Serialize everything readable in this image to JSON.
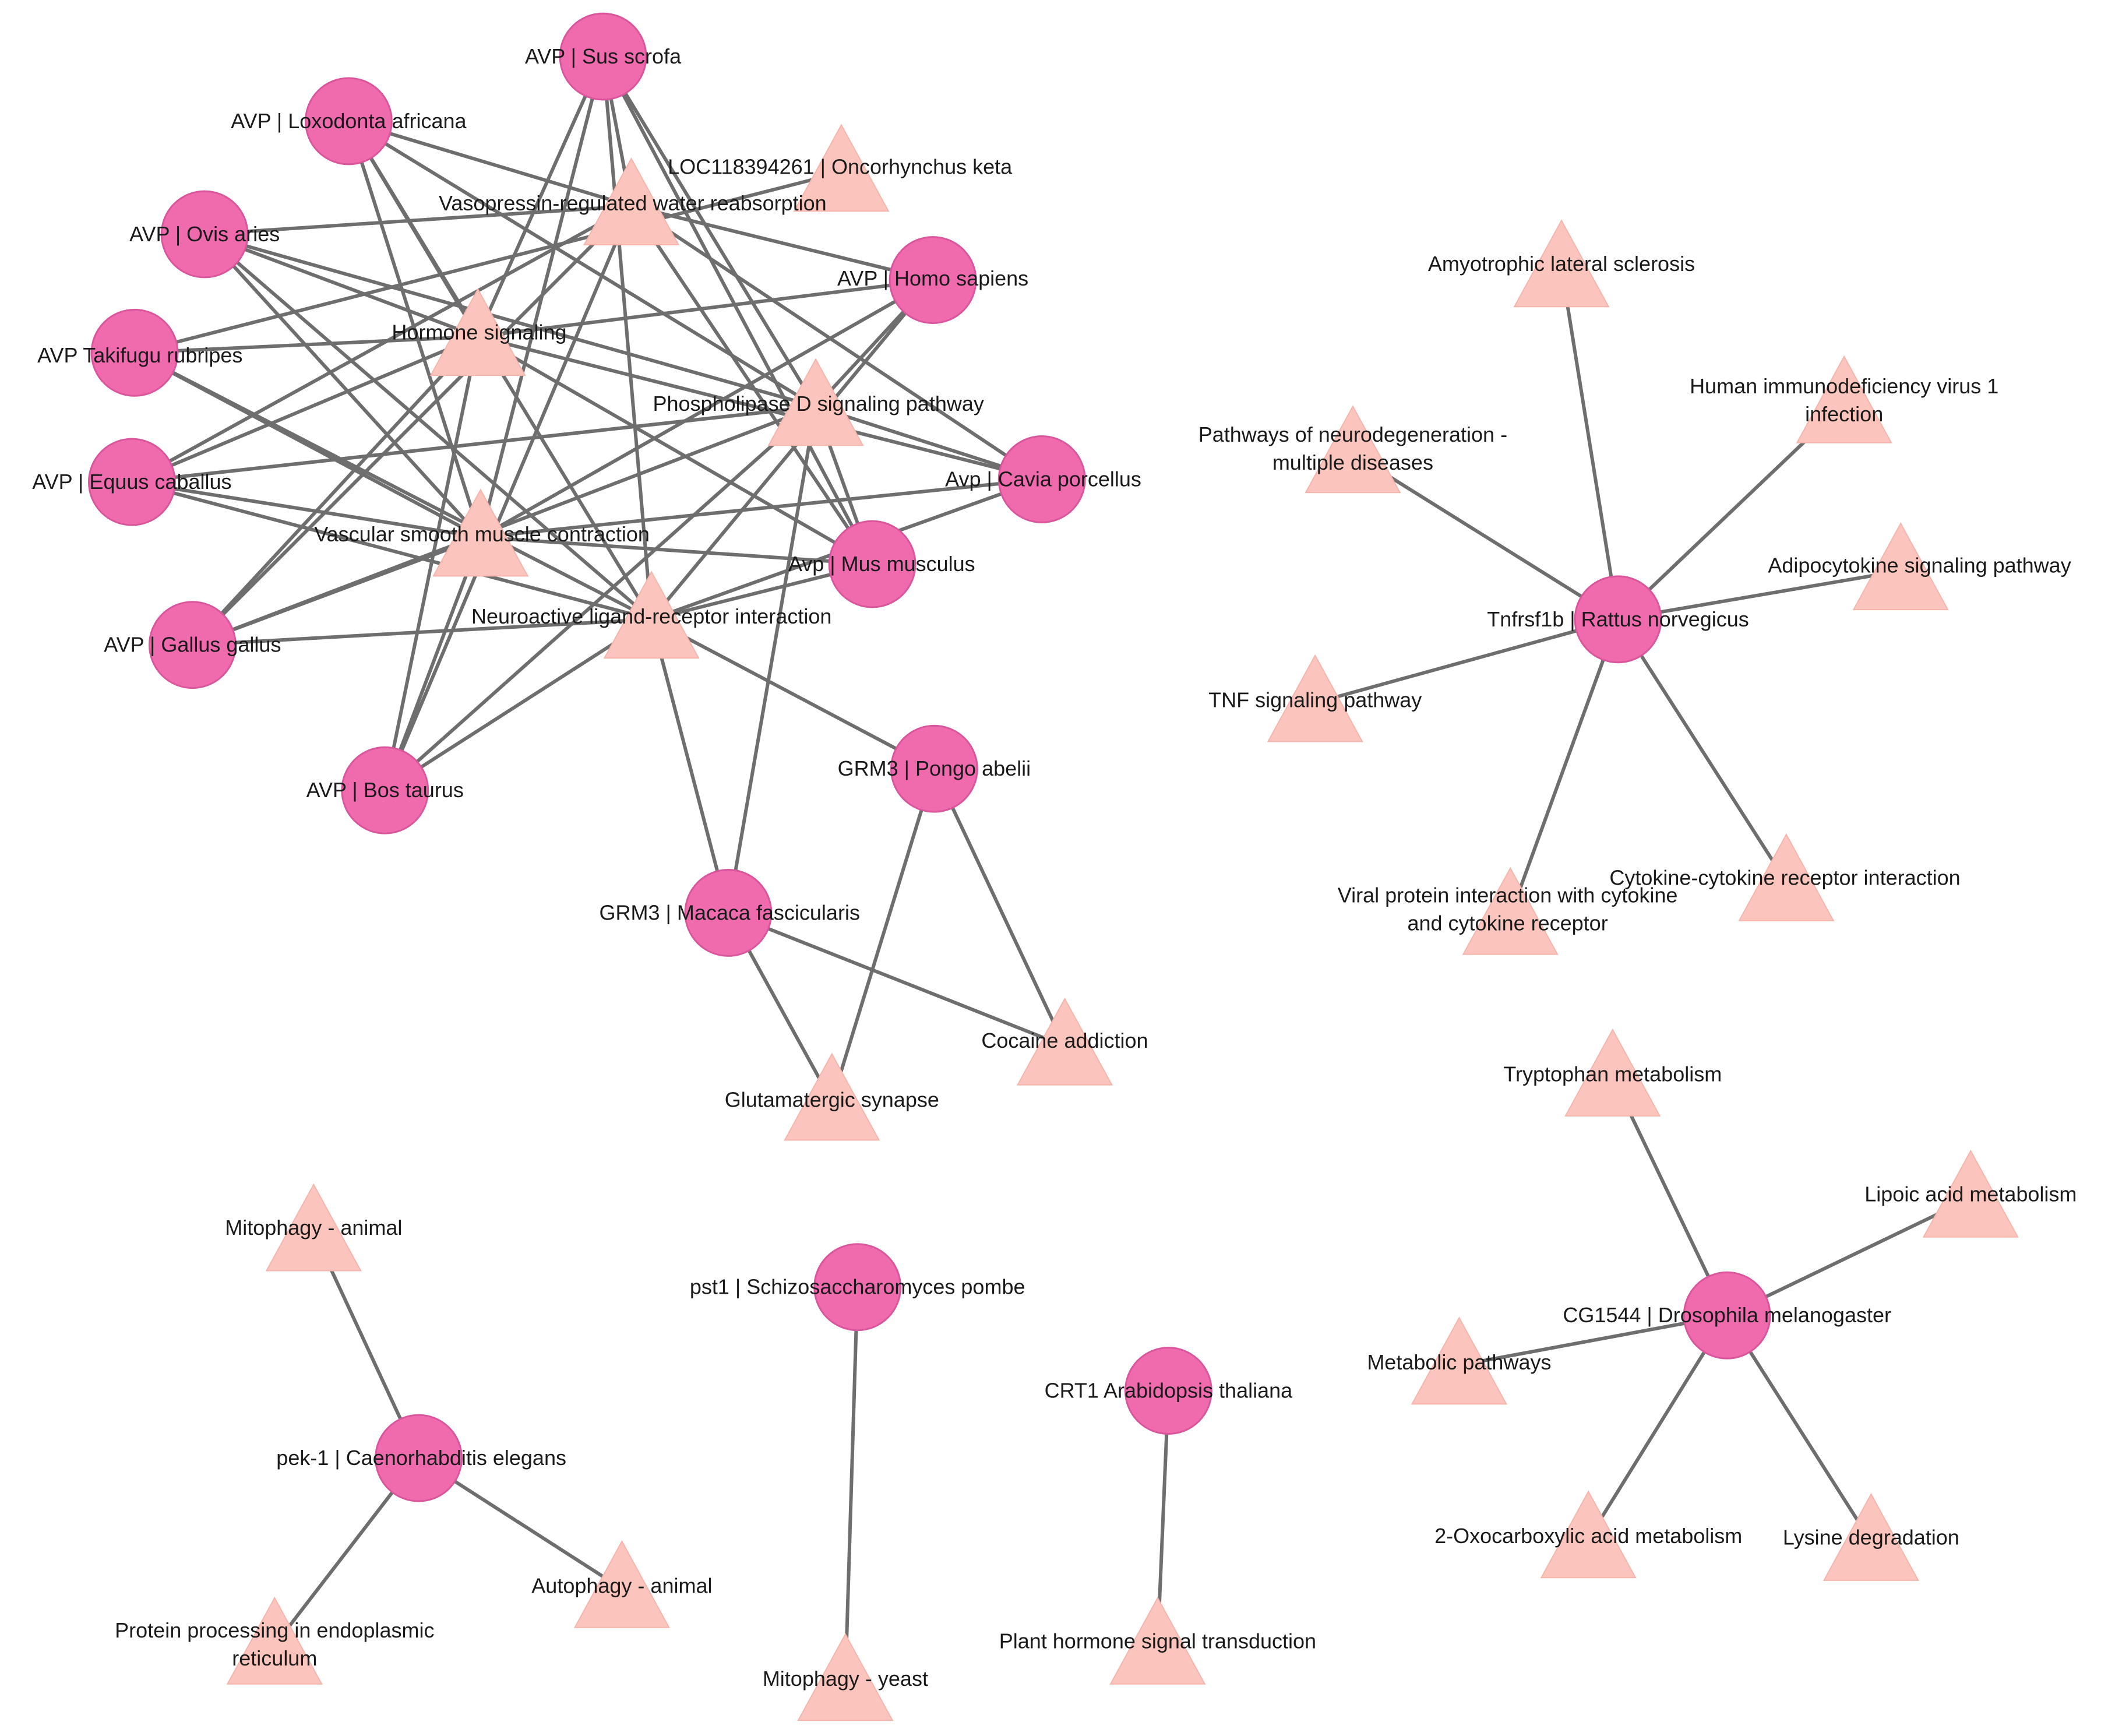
{
  "colors": {
    "gene_fill": "#f06aae",
    "pathway_fill": "#fbc5bd",
    "edge": "#6e6e6e"
  },
  "genes": [
    {
      "id": "g_sus",
      "label": [
        "AVP | Sus scrofa"
      ]
    },
    {
      "id": "g_lox",
      "label": [
        "AVP | Loxodonta africana"
      ]
    },
    {
      "id": "g_ovis",
      "label": [
        "AVP | Ovis aries"
      ]
    },
    {
      "id": "g_taki",
      "label": [
        "AVP Takifugu rubripes"
      ]
    },
    {
      "id": "g_equus",
      "label": [
        "AVP | Equus caballus"
      ]
    },
    {
      "id": "g_gallus",
      "label": [
        "AVP | Gallus gallus"
      ]
    },
    {
      "id": "g_bos",
      "label": [
        "AVP | Bos taurus"
      ]
    },
    {
      "id": "g_homo",
      "label": [
        "AVP | Homo sapiens"
      ]
    },
    {
      "id": "g_cavia",
      "label": [
        "Avp | Cavia porcellus"
      ]
    },
    {
      "id": "g_mus",
      "label": [
        "Avp | Mus musculus"
      ]
    },
    {
      "id": "g_pongo",
      "label": [
        "GRM3 | Pongo abelii"
      ]
    },
    {
      "id": "g_macaca",
      "label": [
        "GRM3 | Macaca fascicularis"
      ]
    },
    {
      "id": "g_rat",
      "label": [
        "Tnfrsf1b | Rattus norvegicus"
      ]
    },
    {
      "id": "g_dros",
      "label": [
        "CG1544 | Drosophila melanogaster"
      ]
    },
    {
      "id": "g_cele",
      "label": [
        "pek-1 | Caenorhabditis elegans"
      ]
    },
    {
      "id": "g_pombe",
      "label": [
        "pst1 | Schizosaccharomyces pombe"
      ]
    },
    {
      "id": "g_arab",
      "label": [
        "CRT1  Arabidopsis thaliana"
      ]
    }
  ],
  "pathways": [
    {
      "id": "p_loc",
      "label": [
        "LOC118394261 | Oncorhynchus keta"
      ]
    },
    {
      "id": "p_vaso",
      "label": [
        "Vasopressin-regulated water reabsorption"
      ]
    },
    {
      "id": "p_horm",
      "label": [
        "Hormone signaling"
      ]
    },
    {
      "id": "p_phos",
      "label": [
        "Phospholipase D signaling pathway"
      ]
    },
    {
      "id": "p_vasc",
      "label": [
        "Vascular smooth muscle contraction"
      ]
    },
    {
      "id": "p_neuro",
      "label": [
        "Neuroactive ligand-receptor interaction"
      ]
    },
    {
      "id": "p_coc",
      "label": [
        "Cocaine addiction"
      ]
    },
    {
      "id": "p_glut",
      "label": [
        "Glutamatergic synapse"
      ]
    },
    {
      "id": "p_als",
      "label": [
        "Amyotrophic lateral sclerosis"
      ]
    },
    {
      "id": "p_pond",
      "label": [
        "Pathways of neurodegeneration -",
        "multiple diseases"
      ]
    },
    {
      "id": "p_hiv",
      "label": [
        "Human immunodeficiency virus 1",
        "infection"
      ]
    },
    {
      "id": "p_adipo",
      "label": [
        "Adipocytokine signaling pathway"
      ]
    },
    {
      "id": "p_tnf",
      "label": [
        "TNF signaling pathway"
      ]
    },
    {
      "id": "p_viral",
      "label": [
        "Viral protein interaction with cytokine",
        "and cytokine receptor"
      ]
    },
    {
      "id": "p_cyto",
      "label": [
        "Cytokine-cytokine receptor interaction"
      ]
    },
    {
      "id": "p_trp",
      "label": [
        "Tryptophan metabolism"
      ]
    },
    {
      "id": "p_lip",
      "label": [
        "Lipoic acid metabolism"
      ]
    },
    {
      "id": "p_met",
      "label": [
        "Metabolic pathways"
      ]
    },
    {
      "id": "p_oxo",
      "label": [
        "2-Oxocarboxylic acid metabolism"
      ]
    },
    {
      "id": "p_lys",
      "label": [
        "Lysine degradation"
      ]
    },
    {
      "id": "p_mitoa",
      "label": [
        "Mitophagy - animal"
      ]
    },
    {
      "id": "p_auto",
      "label": [
        "Autophagy - animal"
      ]
    },
    {
      "id": "p_prot",
      "label": [
        "Protein processing in endoplasmic",
        "reticulum"
      ]
    },
    {
      "id": "p_mitoy",
      "label": [
        "Mitophagy - yeast"
      ]
    },
    {
      "id": "p_plant",
      "label": [
        "Plant hormone signal transduction"
      ]
    }
  ],
  "edges": [
    [
      "g_sus",
      "p_vaso"
    ],
    [
      "g_sus",
      "p_horm"
    ],
    [
      "g_sus",
      "p_phos"
    ],
    [
      "g_sus",
      "p_vasc"
    ],
    [
      "g_sus",
      "p_neuro"
    ],
    [
      "g_sus",
      "p_mus"
    ],
    [
      "g_lox",
      "p_vaso"
    ],
    [
      "g_lox",
      "p_horm"
    ],
    [
      "g_lox",
      "p_phos"
    ],
    [
      "g_lox",
      "p_vasc"
    ],
    [
      "g_lox",
      "p_neuro"
    ],
    [
      "g_ovis",
      "p_vaso"
    ],
    [
      "g_ovis",
      "p_horm"
    ],
    [
      "g_ovis",
      "p_phos"
    ],
    [
      "g_ovis",
      "p_vasc"
    ],
    [
      "g_ovis",
      "p_neuro"
    ],
    [
      "g_taki",
      "p_loc"
    ],
    [
      "g_taki",
      "p_horm"
    ],
    [
      "g_taki",
      "p_vasc"
    ],
    [
      "g_taki",
      "p_neuro"
    ],
    [
      "g_equus",
      "p_vaso"
    ],
    [
      "g_equus",
      "p_horm"
    ],
    [
      "g_equus",
      "p_phos"
    ],
    [
      "g_equus",
      "p_vasc"
    ],
    [
      "g_equus",
      "p_neuro"
    ],
    [
      "g_gallus",
      "p_vaso"
    ],
    [
      "g_gallus",
      "p_horm"
    ],
    [
      "g_gallus",
      "p_phos"
    ],
    [
      "g_gallus",
      "p_vasc"
    ],
    [
      "g_gallus",
      "p_neuro"
    ],
    [
      "g_bos",
      "p_vaso"
    ],
    [
      "g_bos",
      "p_horm"
    ],
    [
      "g_bos",
      "p_phos"
    ],
    [
      "g_bos",
      "p_vasc"
    ],
    [
      "g_bos",
      "p_neuro"
    ],
    [
      "g_homo",
      "p_vaso"
    ],
    [
      "g_homo",
      "p_horm"
    ],
    [
      "g_homo",
      "p_phos"
    ],
    [
      "g_homo",
      "p_vasc"
    ],
    [
      "g_homo",
      "p_neuro"
    ],
    [
      "g_cavia",
      "p_vaso"
    ],
    [
      "g_cavia",
      "p_horm"
    ],
    [
      "g_cavia",
      "p_phos"
    ],
    [
      "g_cavia",
      "p_vasc"
    ],
    [
      "g_cavia",
      "p_neuro"
    ],
    [
      "g_mus",
      "p_vaso"
    ],
    [
      "g_mus",
      "p_horm"
    ],
    [
      "g_mus",
      "p_phos"
    ],
    [
      "g_mus",
      "p_vasc"
    ],
    [
      "g_mus",
      "p_neuro"
    ],
    [
      "g_pongo",
      "p_neuro"
    ],
    [
      "g_pongo",
      "p_coc"
    ],
    [
      "g_pongo",
      "p_glut"
    ],
    [
      "g_macaca",
      "p_neuro"
    ],
    [
      "g_macaca",
      "p_phos"
    ],
    [
      "g_macaca",
      "p_coc"
    ],
    [
      "g_macaca",
      "p_glut"
    ],
    [
      "g_rat",
      "p_als"
    ],
    [
      "g_rat",
      "p_pond"
    ],
    [
      "g_rat",
      "p_hiv"
    ],
    [
      "g_rat",
      "p_adipo"
    ],
    [
      "g_rat",
      "p_tnf"
    ],
    [
      "g_rat",
      "p_viral"
    ],
    [
      "g_rat",
      "p_cyto"
    ],
    [
      "g_dros",
      "p_trp"
    ],
    [
      "g_dros",
      "p_lip"
    ],
    [
      "g_dros",
      "p_met"
    ],
    [
      "g_dros",
      "p_oxo"
    ],
    [
      "g_dros",
      "p_lys"
    ],
    [
      "g_cele",
      "p_mitoa"
    ],
    [
      "g_cele",
      "p_auto"
    ],
    [
      "g_cele",
      "p_prot"
    ],
    [
      "g_pombe",
      "p_mitoy"
    ],
    [
      "g_arab",
      "p_plant"
    ]
  ]
}
